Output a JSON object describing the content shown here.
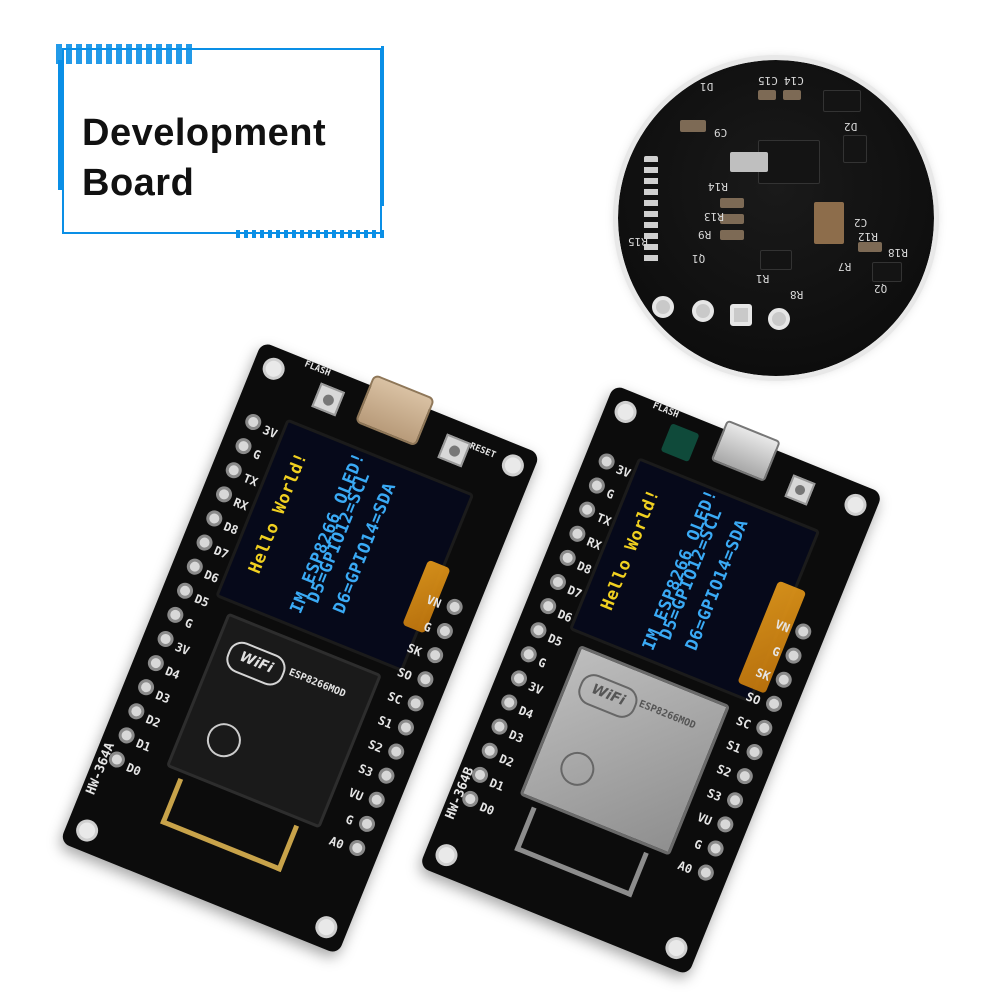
{
  "title": {
    "line1": "Development",
    "line2": "Board"
  },
  "colors": {
    "accent": "#0a8fe6",
    "pcb": "#0c0c0c",
    "oled_yellow": "#f0d020",
    "oled_blue": "#3aaaf5"
  },
  "zoom": {
    "labels": [
      "R14",
      "R13",
      "R9",
      "R15",
      "Q1",
      "R1",
      "R7",
      "R8",
      "Q2",
      "R18",
      "C15",
      "C14",
      "C9",
      "C2",
      "D2",
      "D1",
      "R12"
    ]
  },
  "board_a": {
    "model": "HW-364A",
    "oled_lines": [
      "Hello World!",
      "IM ESP8266 OLED!",
      "D5=GPIO12=SCL",
      "D6=GPIO14=SDA"
    ],
    "left_pins": [
      "3V",
      "G",
      "TX",
      "RX",
      "D8",
      "D7",
      "D6",
      "D5",
      "G",
      "3V",
      "D4",
      "D3",
      "D2",
      "D1",
      "D0"
    ],
    "right_pins": [
      "VN",
      "G",
      "SK",
      "SO",
      "SC",
      "S1",
      "S2",
      "S3",
      "VU",
      "G",
      "A0"
    ],
    "button_top": "FLASH",
    "button_side": "RESET",
    "module_brand": "WiFi",
    "module_model": "ESP8266MOD"
  },
  "board_b": {
    "model": "HW-364B",
    "oled_lines": [
      "Hello World!",
      "IM ESP8266 OLED!",
      "D5=GPIO12=SCL",
      "D6=GPIO14=SDA"
    ],
    "left_pins": [
      "3V",
      "G",
      "TX",
      "RX",
      "D8",
      "D7",
      "D6",
      "D5",
      "G",
      "3V",
      "D4",
      "D3",
      "D2",
      "D1",
      "D0"
    ],
    "right_pins": [
      "VN",
      "G",
      "SK",
      "SO",
      "SC",
      "S1",
      "S2",
      "S3",
      "VU",
      "G",
      "A0"
    ],
    "button_top": "FLASH",
    "module_brand": "WiFi",
    "module_model": "ESP8266MOD"
  }
}
